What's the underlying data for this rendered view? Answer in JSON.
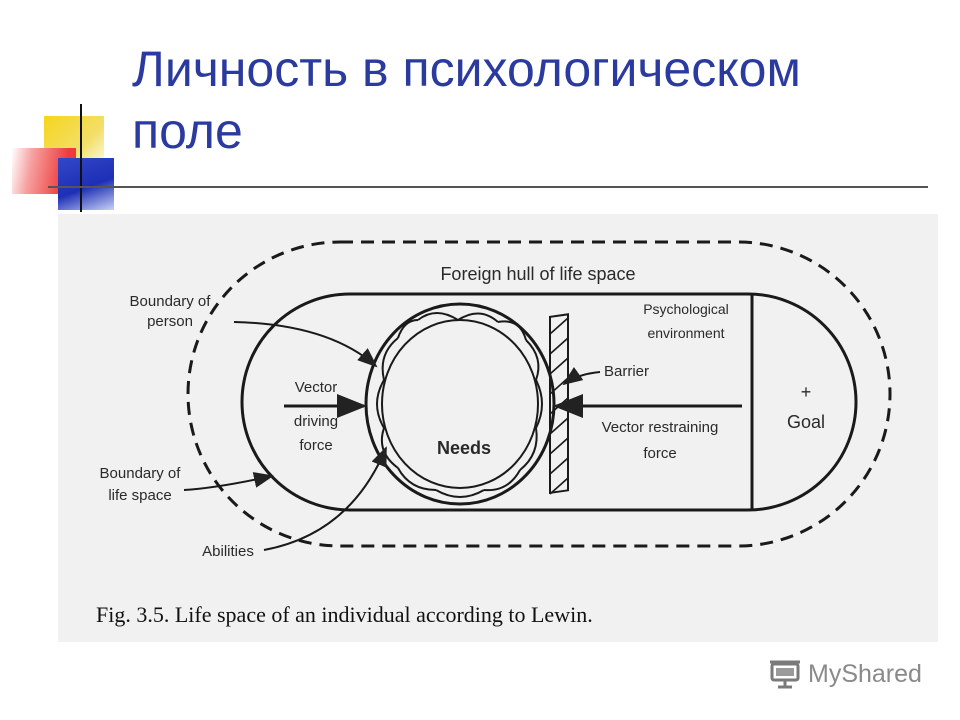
{
  "slide": {
    "title_line1": "Личность в психологическом",
    "title_line2": "поле"
  },
  "figure": {
    "labels": {
      "foreign_hull": "Foreign hull of life space",
      "boundary_person_1": "Boundary of",
      "boundary_person_2": "person",
      "psych_env_1": "Psychological",
      "psych_env_2": "environment",
      "barrier": "Barrier",
      "vector_driving_1": "Vector",
      "vector_driving_2": "driving",
      "vector_driving_3": "force",
      "needs": "Needs",
      "vector_restraining_1": "Vector restraining",
      "vector_restraining_2": "force",
      "goal_plus": "+",
      "goal": "Goal",
      "boundary_life_1": "Boundary of",
      "boundary_life_2": "life space",
      "abilities": "Abilities"
    },
    "caption": "Fig. 3.5. Life space of an individual according to Lewin."
  },
  "watermark": {
    "text": "MyShared"
  },
  "colors": {
    "title": "#2b3a9e",
    "accent_yellow": "#f6d51b",
    "accent_red": "#ee3b3b",
    "accent_blue": "#1d2fb6"
  },
  "icons": [
    "presentation-icon"
  ]
}
